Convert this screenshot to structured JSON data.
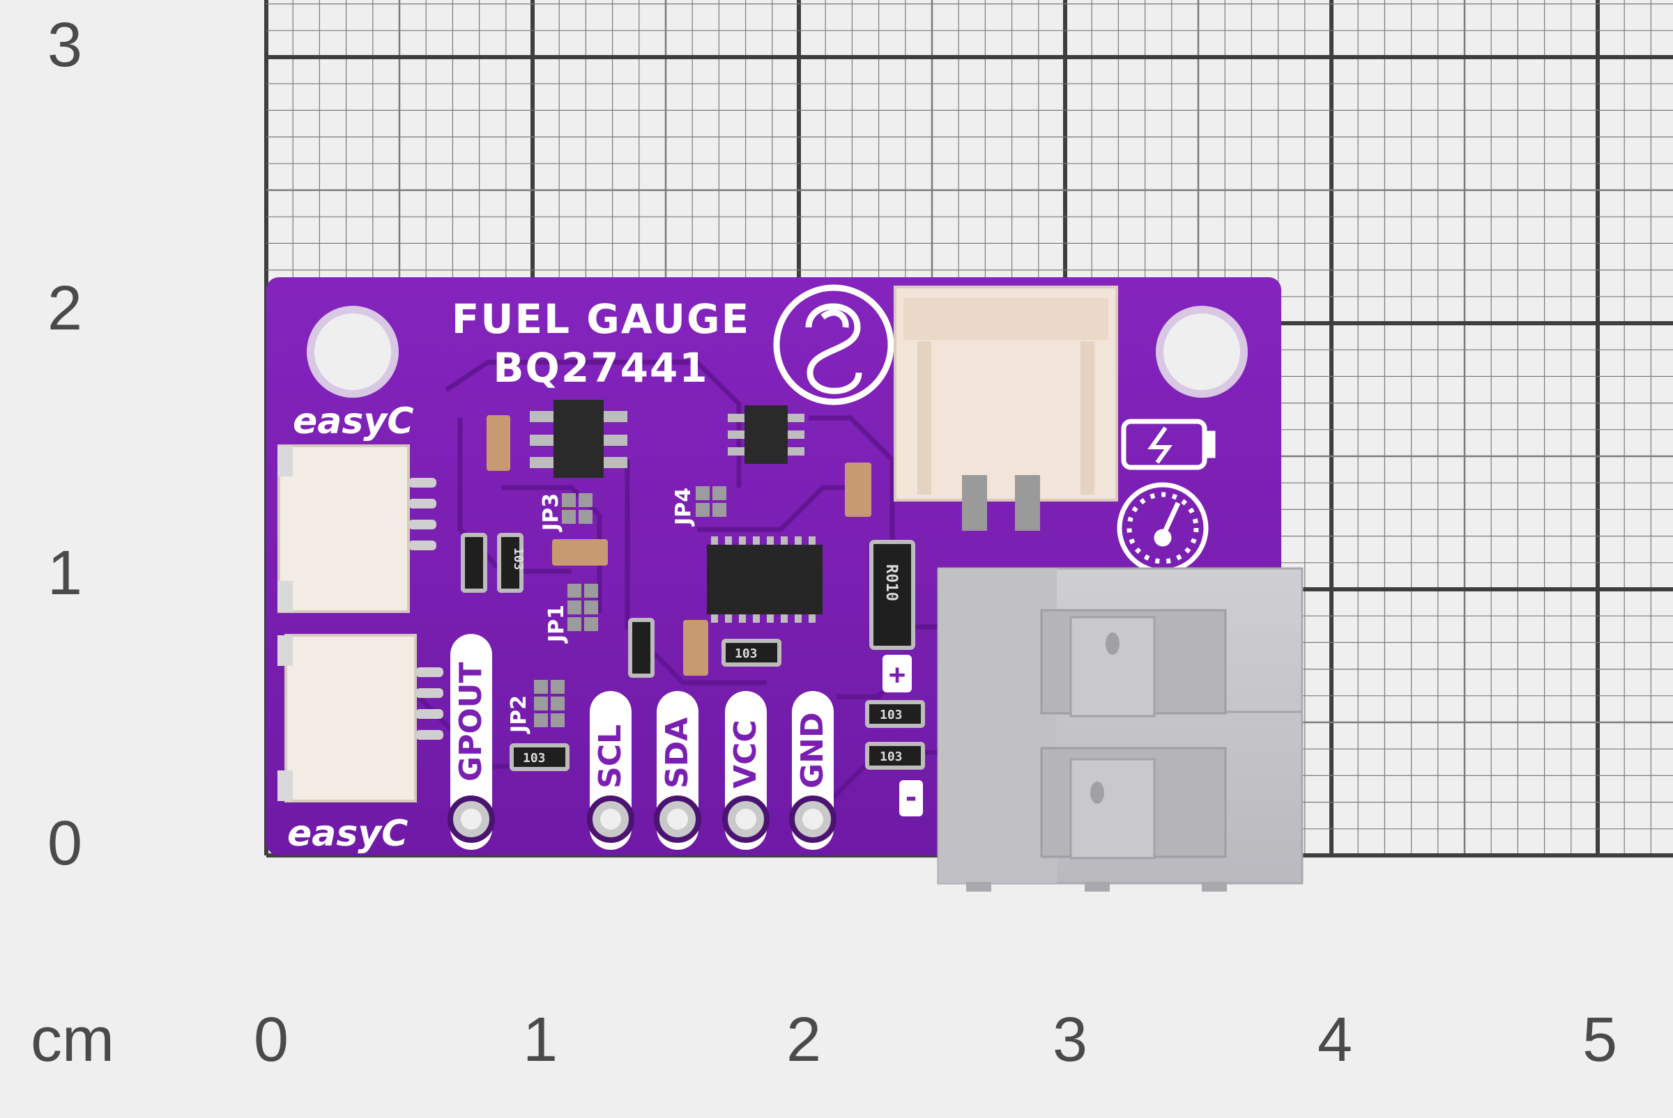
{
  "scale": {
    "unit": "cm",
    "x_ticks": [
      "0",
      "1",
      "2",
      "3",
      "4",
      "5"
    ],
    "y_ticks": [
      "0",
      "1",
      "2",
      "3"
    ]
  },
  "board": {
    "title": "FUEL GAUGE",
    "chip": "BQ27441",
    "connector_label_top": "easyC",
    "connector_label_bottom": "easyC",
    "jumpers": [
      "JP1",
      "JP2",
      "JP3",
      "JP4"
    ],
    "pins": [
      "GPOUT",
      "SCL",
      "SDA",
      "VCC",
      "GND"
    ],
    "resistor_values": [
      "103",
      "103",
      "103",
      "103",
      "103",
      "R010"
    ],
    "battery_terminals": [
      "+",
      "-"
    ]
  },
  "colors": {
    "pcb": "#7b1fb3",
    "silkscreen": "#ffffff",
    "grid_line": "#3e3e3e",
    "background": "#efefef",
    "connector_white": "#f2e6da",
    "terminal_block": "#c4c4c8"
  }
}
